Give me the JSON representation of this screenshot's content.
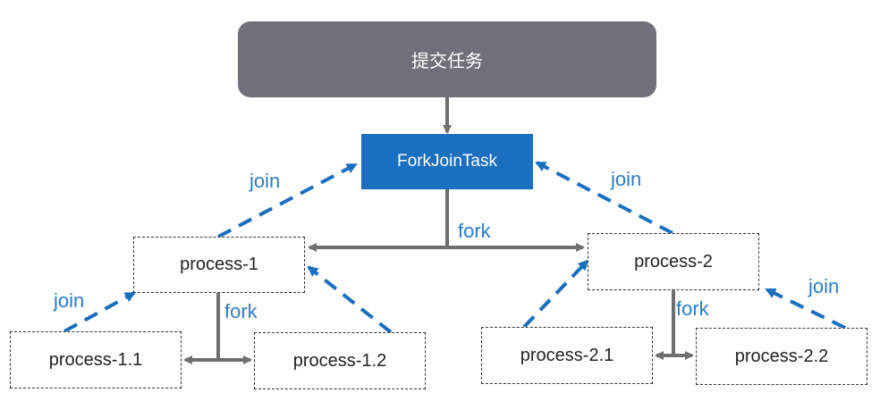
{
  "nodes": {
    "submit": "提交任务",
    "root": "ForkJoinTask",
    "p1": "process-1",
    "p11": "process-1.1",
    "p12": "process-1.2",
    "p2": "process-2",
    "p21": "process-2.1",
    "p22": "process-2.2"
  },
  "labels": {
    "join_1": "join",
    "join_2": "join",
    "join_11": "join",
    "join_22": "join",
    "fork_root": "fork",
    "fork_1": "fork",
    "fork_2": "fork"
  },
  "colors": {
    "submit_bg": "#6f7079",
    "root_bg": "#1a6fbf",
    "join_arrow": "#1a6fbf",
    "fork_arrow": "#6f6f6f"
  }
}
